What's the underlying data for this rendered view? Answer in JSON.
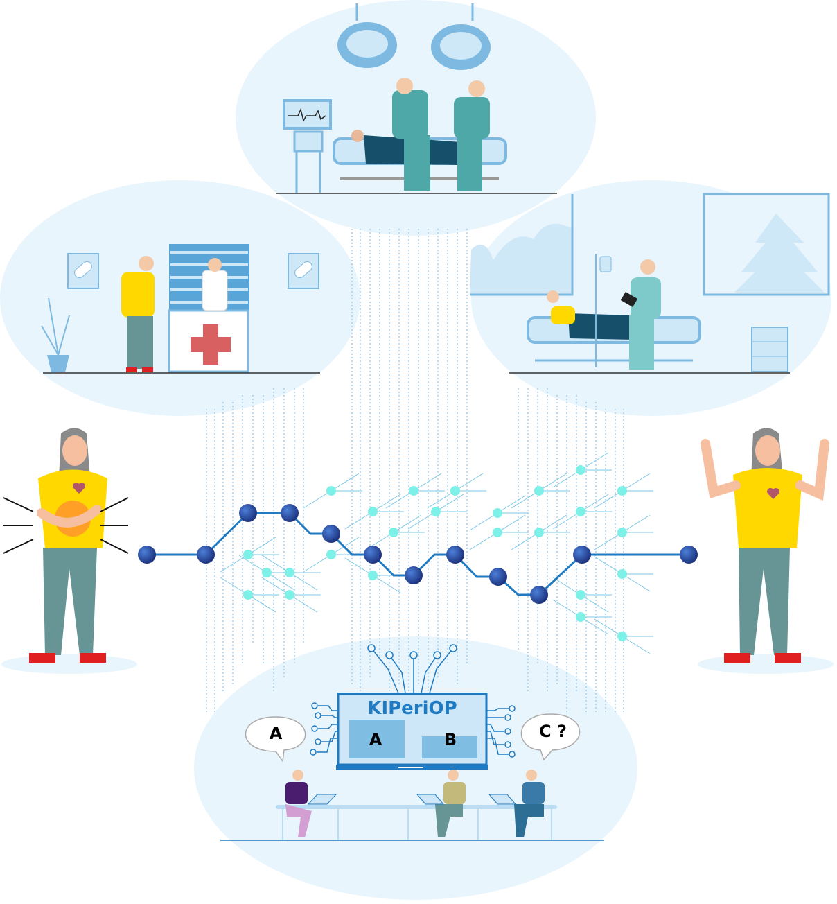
{
  "screen": {
    "title": "KIPeriOP",
    "panel_a_label": "A",
    "panel_b_label": "B"
  },
  "speech_bubbles": {
    "left": "A",
    "right": "C ?"
  },
  "colors": {
    "bubble_bg": "#e8f5fd",
    "path_line": "#1f7ac2",
    "node_dark": "#1d3f8f",
    "node_cyan": "#7df0e8",
    "branch": "#7cc8e8",
    "shirt_yellow": "#ffd800",
    "pants": "#679494",
    "shoes": "#e02020",
    "screen_frame": "#1f7ac2",
    "screen_fill": "#cde7f8",
    "panel": "#80bde3",
    "title_text": "#1f7ac2"
  }
}
